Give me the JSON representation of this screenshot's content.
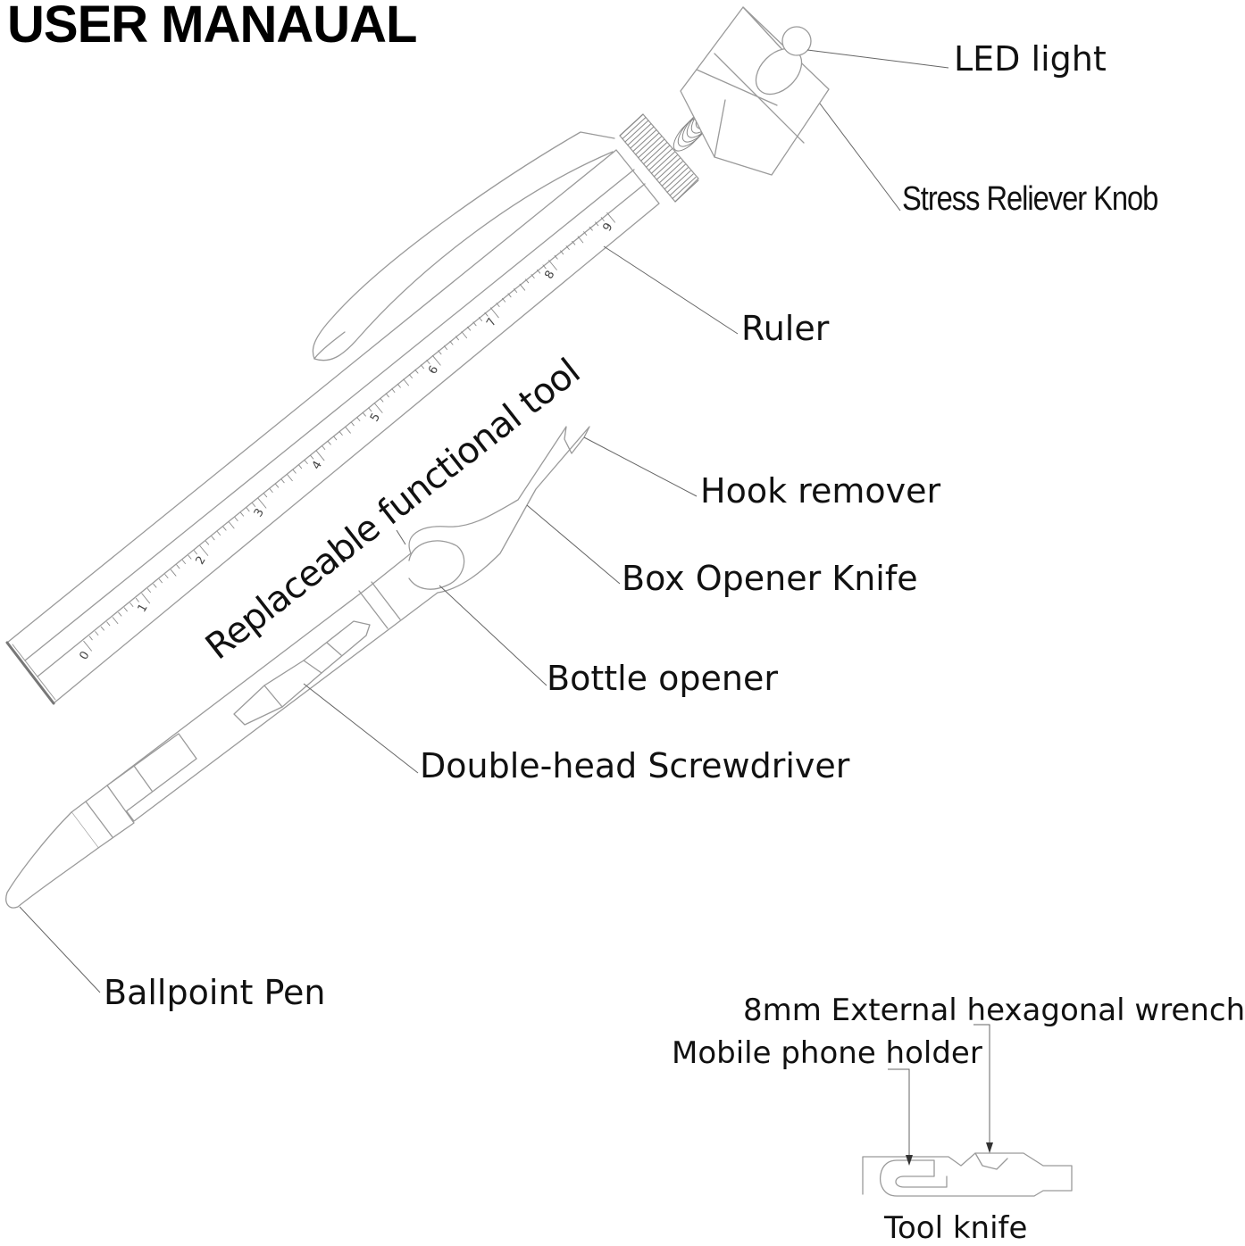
{
  "title": "USER MANAUAL",
  "labels": {
    "led_light": "LED light",
    "stress_reliever_knob": "Stress Reliever Knob",
    "ruler": "Ruler",
    "replaceable_tool": "Replaceable functional tool",
    "hook_remover": "Hook remover",
    "box_opener_knife": "Box Opener Knife",
    "bottle_opener": "Bottle opener",
    "double_head_screwdriver": "Double-head Screwdriver",
    "ballpoint_pen": "Ballpoint Pen",
    "hex_wrench": "8mm External hexagonal wrench",
    "phone_holder": "Mobile phone holder",
    "tool_knife": "Tool knife"
  },
  "ruler_marks": [
    "0",
    "1",
    "2",
    "3",
    "4",
    "5",
    "6",
    "7",
    "8",
    "9"
  ]
}
